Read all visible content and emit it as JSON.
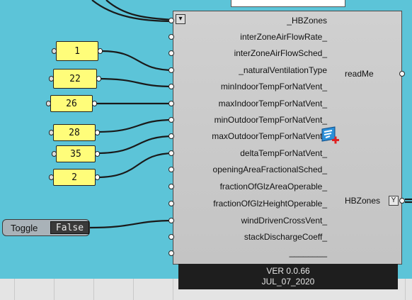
{
  "canvas": {
    "background": "#5cc4d8"
  },
  "number_sliders": [
    {
      "value": "1"
    },
    {
      "value": "22"
    },
    {
      "value": "26"
    },
    {
      "value": "28"
    },
    {
      "value": "35"
    },
    {
      "value": "2"
    }
  ],
  "toggle": {
    "label": "Toggle",
    "value": "False"
  },
  "component": {
    "inputs": [
      "_HBZones",
      "interZoneAirFlowRate_",
      "interZoneAirFlowSched_",
      "_naturalVentilationType",
      "minIndoorTempForNatVent_",
      "maxIndoorTempForNatVent_",
      "minOutdoorTempForNatVent_",
      "maxOutdoorTempForNatVent_",
      "deltaTempForNatVent_",
      "openingAreaFractionalSched_",
      "fractionOfGlzAreaOperable_",
      "fractionOfGlzHeightOperable_",
      "windDrivenCrossVent_",
      "stackDischargeCoeff_",
      "________"
    ],
    "outputs": [
      "readMe",
      "HBZones"
    ],
    "version": "VER 0.0.66",
    "date": "JUL_07_2020",
    "icon": "honeybee-natural-ventilation-icon"
  },
  "colors": {
    "slider_fill": "#fffd7a",
    "wire": "#1a1a1a",
    "component": "#c9c9c9",
    "toggle": "#a9b2b8"
  }
}
